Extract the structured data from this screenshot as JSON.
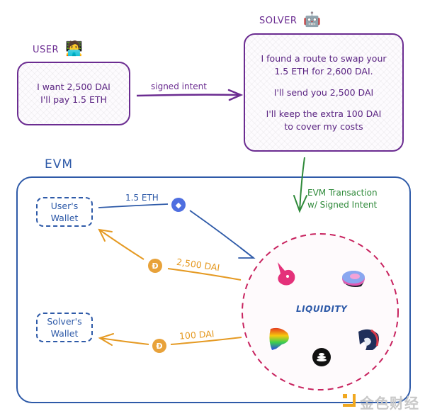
{
  "user": {
    "label": "USER",
    "emoji": "🧑‍💻",
    "message_lines": [
      "I want 2,500 DAI",
      "I'll pay 1.5 ETH"
    ]
  },
  "intent_arrow": {
    "label": "signed intent"
  },
  "solver": {
    "label": "SOLVER",
    "emoji": "🤖",
    "message_paragraphs": [
      [
        "I found a route to swap your",
        "1.5 ETH for 2,600 DAI."
      ],
      [
        "I'll send you 2,500 DAI"
      ],
      [
        "I'll keep the extra 100 DAI",
        "to cover my costs"
      ]
    ]
  },
  "evm": {
    "label": "EVM",
    "transaction_label_lines": [
      "EVM Transaction",
      "w/ Signed Intent"
    ],
    "user_wallet_lines": [
      "User's",
      "Wallet"
    ],
    "solver_wallet_lines": [
      "Solver's",
      "Wallet"
    ],
    "flows": {
      "eth_to_liquidity": {
        "label": "1.5 ETH",
        "token_icon": "ethereum-icon"
      },
      "dai_to_user": {
        "label": "2,500 DAI",
        "token_icon": "dai-icon"
      },
      "dai_to_solver": {
        "label": "100 DAI",
        "token_icon": "dai-icon"
      }
    },
    "liquidity": {
      "label": "LIQUIDITY",
      "protocols": [
        "uniswap-icon",
        "sushiswap-icon",
        "curve-icon",
        "balancer-icon",
        "1inch-icon"
      ]
    }
  },
  "watermark": {
    "text": "金色财经"
  },
  "colors": {
    "purple": "#6b2c91",
    "blue": "#2e5aa8",
    "orange": "#e59a23",
    "green": "#2f8a3a",
    "pink_dashed": "#c8235f"
  }
}
